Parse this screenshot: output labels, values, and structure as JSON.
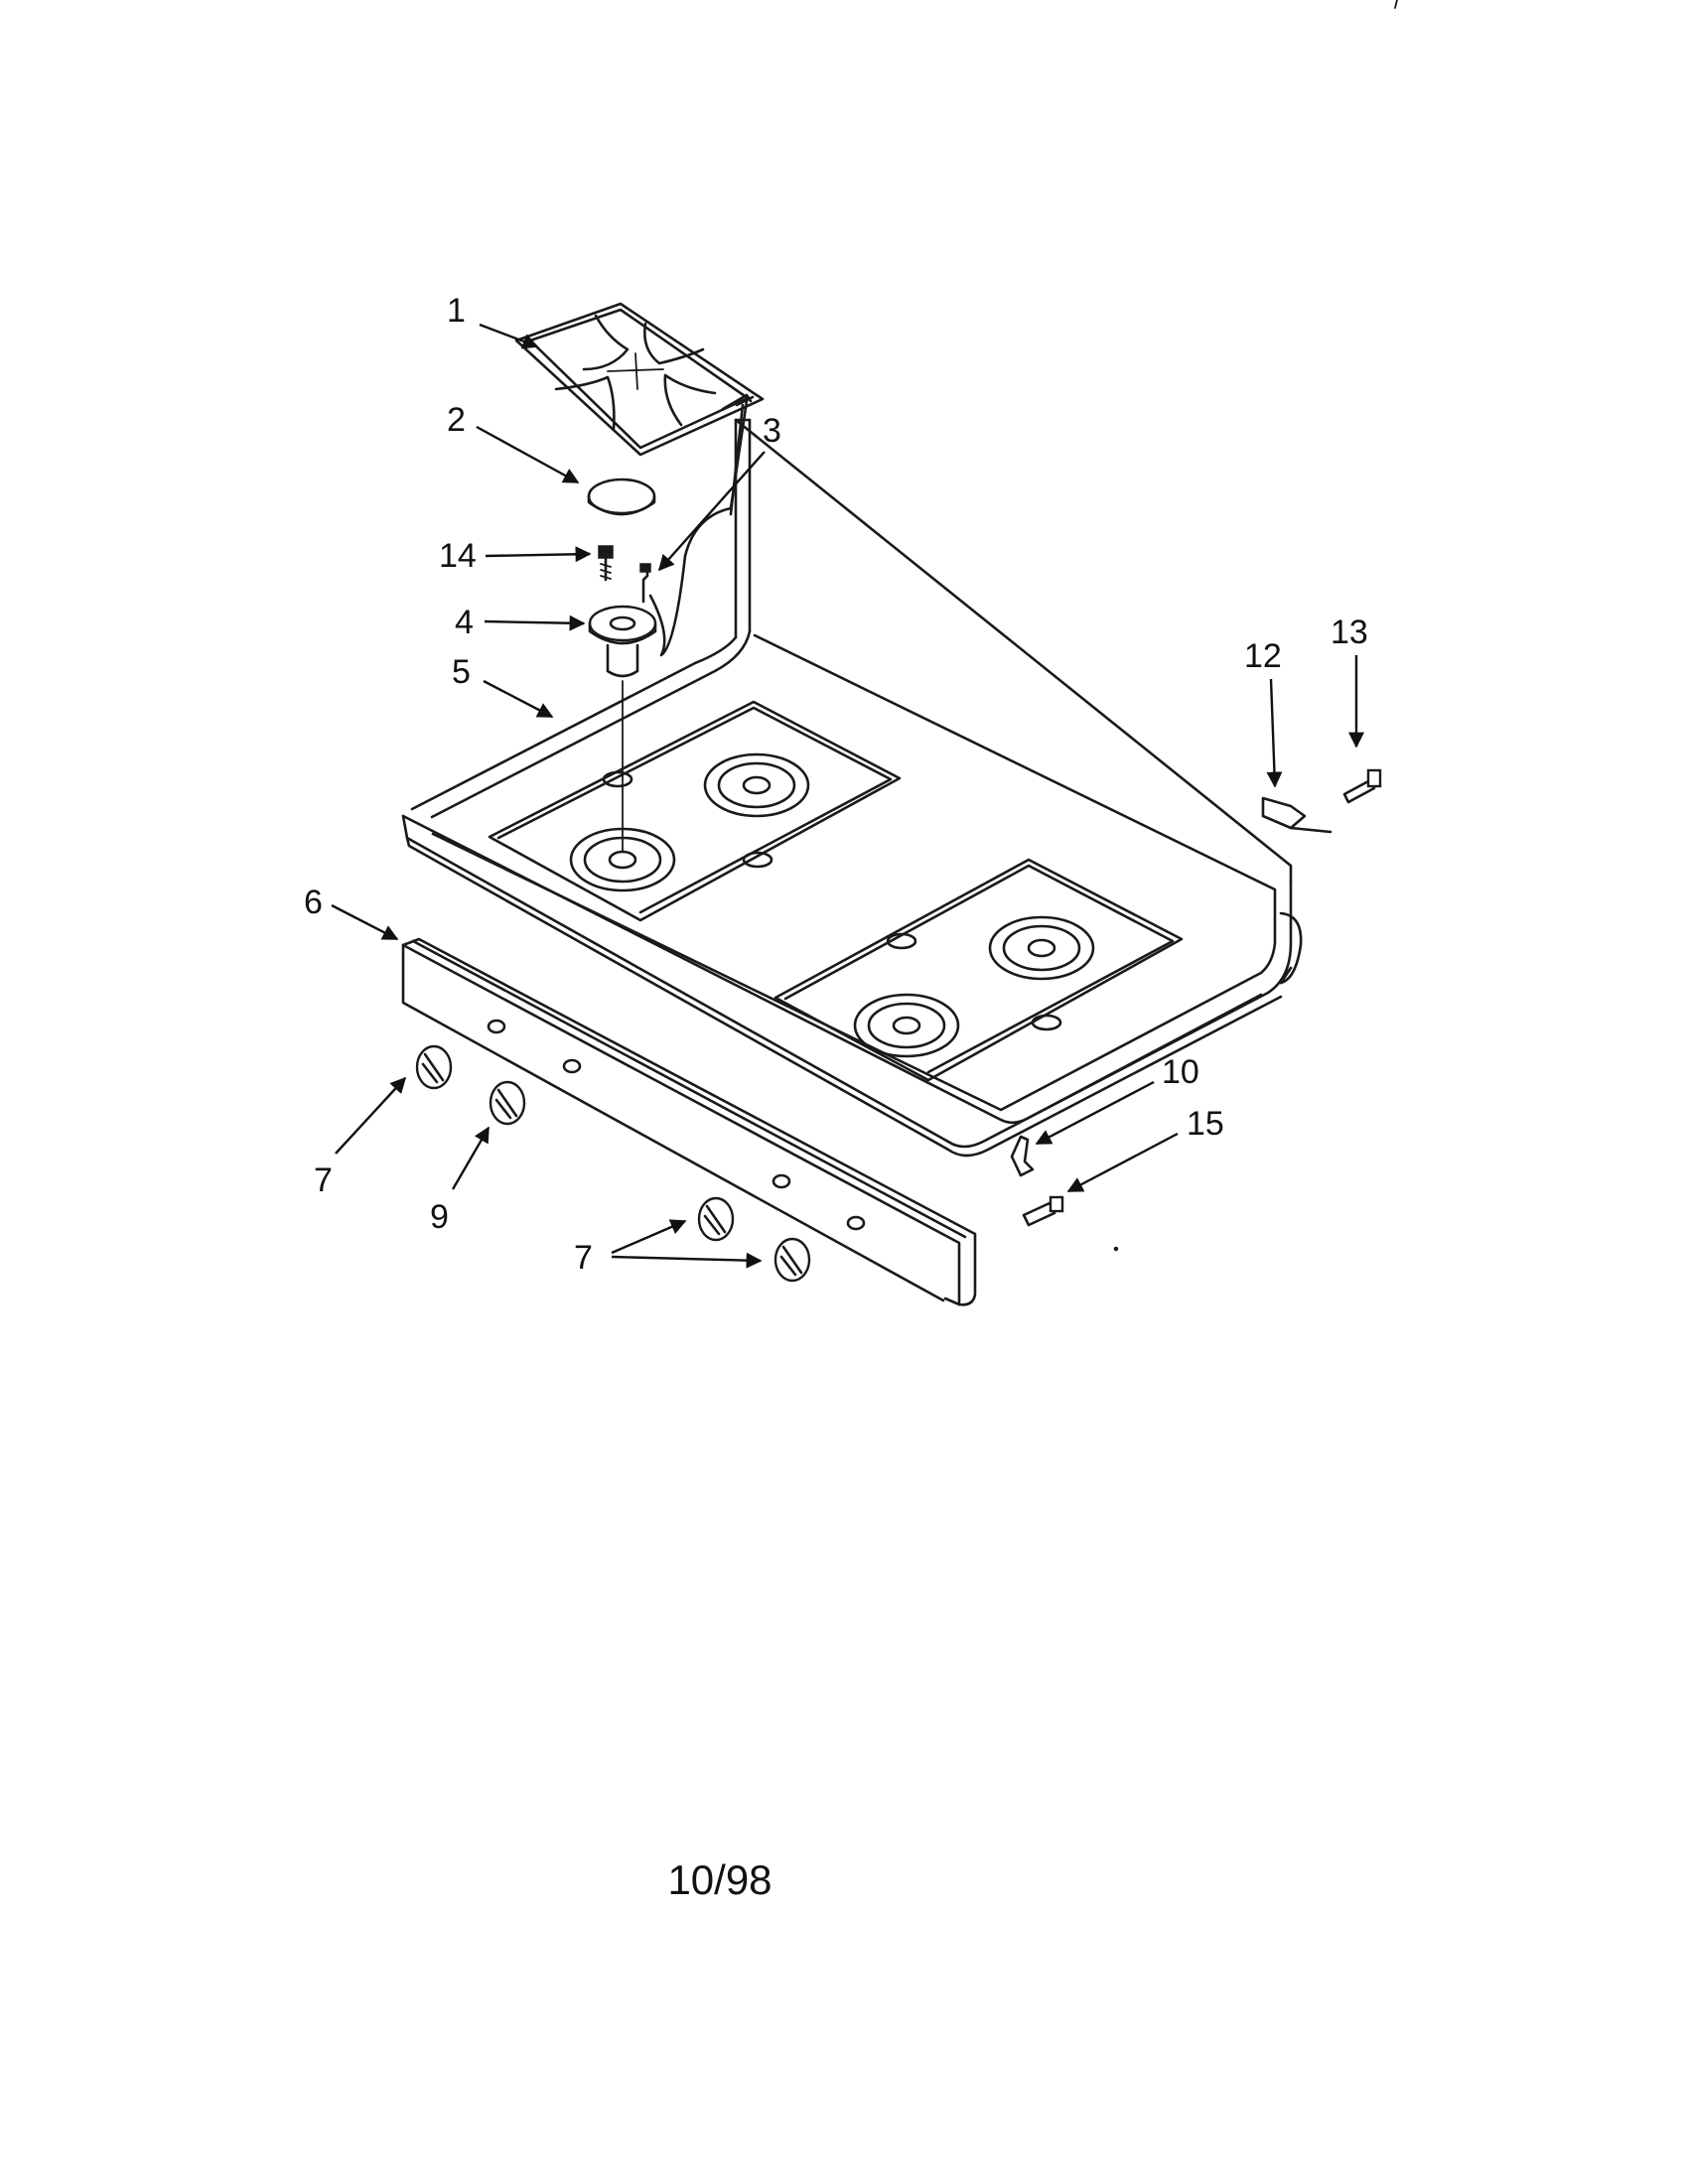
{
  "callouts": [
    "1",
    "2",
    "3",
    "14",
    "4",
    "5",
    "13",
    "12",
    "6",
    "10",
    "15",
    "7",
    "9",
    "7"
  ],
  "footer": {
    "date_code": "10/98"
  }
}
